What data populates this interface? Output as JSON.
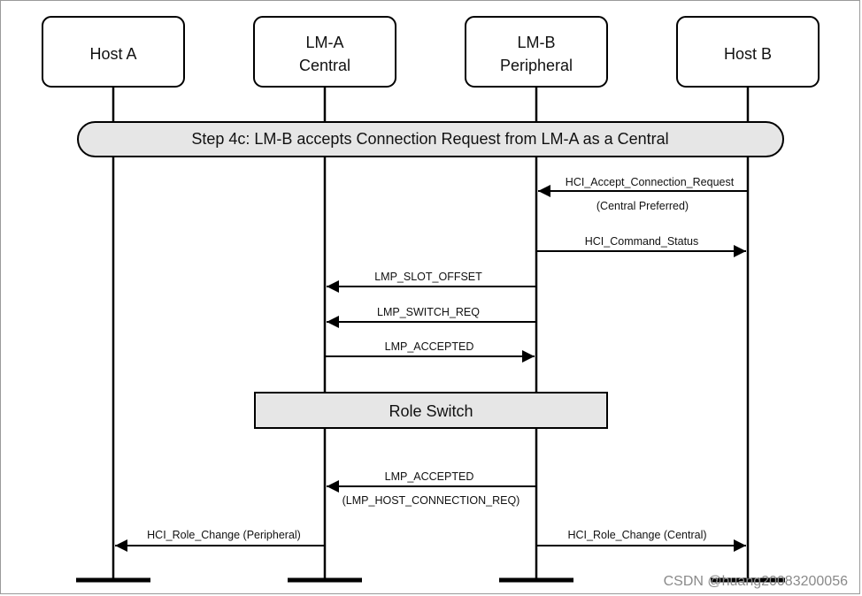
{
  "entities": [
    {
      "id": "host-a",
      "lines": [
        "Host A"
      ]
    },
    {
      "id": "lm-a",
      "lines": [
        "LM-A",
        "Central"
      ]
    },
    {
      "id": "lm-b",
      "lines": [
        "LM-B",
        "Peripheral"
      ]
    },
    {
      "id": "host-b",
      "lines": [
        "Host B"
      ]
    }
  ],
  "step_banner": "Step 4c: LM-B accepts Connection Request from LM-A as a Central",
  "messages": [
    {
      "name": "hci-accept-connection-request",
      "from": "host-b",
      "to": "lm-b",
      "label": "HCI_Accept_Connection_Request",
      "sublabel": "(Central Preferred)"
    },
    {
      "name": "hci-command-status",
      "from": "lm-b",
      "to": "host-b",
      "label": "HCI_Command_Status"
    },
    {
      "name": "lmp-slot-offset",
      "from": "lm-b",
      "to": "lm-a",
      "label": "LMP_SLOT_OFFSET"
    },
    {
      "name": "lmp-switch-req",
      "from": "lm-b",
      "to": "lm-a",
      "label": "LMP_SWITCH_REQ"
    },
    {
      "name": "lmp-accepted-1",
      "from": "lm-a",
      "to": "lm-b",
      "label": "LMP_ACCEPTED"
    },
    {
      "name": "lmp-accepted-2",
      "from": "lm-b",
      "to": "lm-a",
      "label": "LMP_ACCEPTED",
      "sublabel": "(LMP_HOST_CONNECTION_REQ)"
    },
    {
      "name": "hci-role-change-peripheral",
      "from": "lm-a",
      "to": "host-a",
      "label": "HCI_Role_Change (Peripheral)"
    },
    {
      "name": "hci-role-change-central",
      "from": "lm-b",
      "to": "host-b",
      "label": "HCI_Role_Change (Central)"
    }
  ],
  "role_switch_label": "Role Switch",
  "watermark": "CSDN @huang20083200056"
}
